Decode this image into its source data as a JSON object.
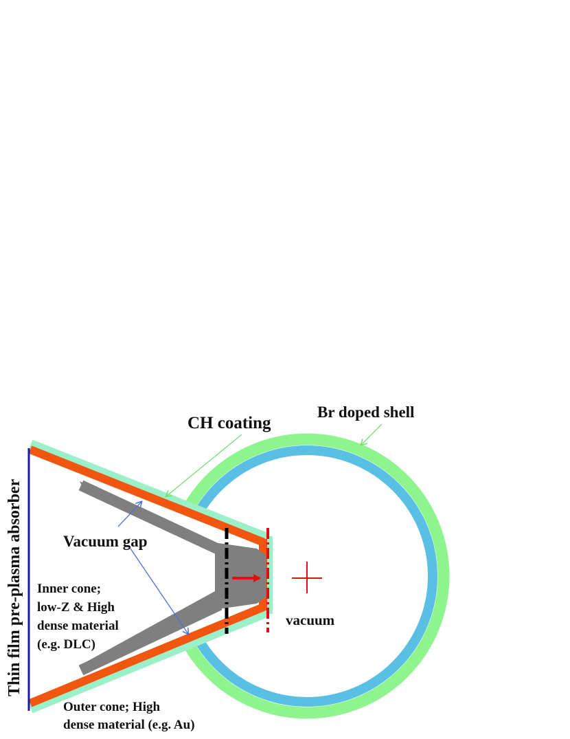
{
  "labels": {
    "ch_coating": "CH coating",
    "br_doped_shell": "Br doped shell",
    "vacuum_gap": "Vacuum gap",
    "inner_cone": [
      "Inner cone;",
      "low-Z & High",
      "dense material",
      "(e.g. DLC)"
    ],
    "vacuum": "vacuum",
    "outer_cone": [
      "Outer cone; High",
      "dense material (e.g. Au)"
    ],
    "absorber": "Thin film pre-plasma absorber"
  },
  "colors": {
    "shell_outer": "#8ef58e",
    "shell_inner": "#5ac0e3",
    "outer_cone": "#f0560f",
    "ch_coating": "#9cf0c8",
    "inner_cone": "#7f7f7f",
    "absorber_line": "#1a1aa6",
    "green_arrow": "#6fe06f",
    "blue_arrow": "#4a6fe0",
    "center_marker": "#e01010",
    "black_marker": "#000000"
  }
}
